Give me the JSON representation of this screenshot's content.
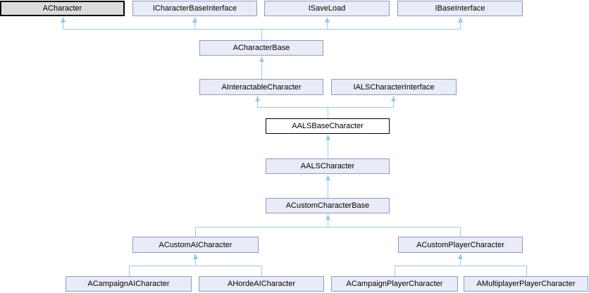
{
  "diagram": {
    "type": "class-inheritance-graph",
    "colors": {
      "background": "#FFFFFF",
      "edge": "#9CC9E8",
      "node_fill": "#E9ECF6",
      "node_border": "#8E9AC3",
      "current_node_fill": "#DCDCDC",
      "current_node_border": "#000000",
      "undocumented_node_fill": "#FFFFFF",
      "undocumented_node_border": "#000000",
      "text": "#000000"
    },
    "nodes": [
      {
        "label": "ACharacter",
        "style": "current"
      },
      {
        "label": "ICharacterBaseInterface",
        "style": "documented"
      },
      {
        "label": "ISaveLoad",
        "style": "documented"
      },
      {
        "label": "IBaseInterface",
        "style": "documented"
      },
      {
        "label": "ACharacterBase",
        "style": "documented"
      },
      {
        "label": "AInteractableCharacter",
        "style": "documented"
      },
      {
        "label": "IALSCharacterInterface",
        "style": "documented"
      },
      {
        "label": "AALSBaseCharacter",
        "style": "undocumented"
      },
      {
        "label": "AALSCharacter",
        "style": "documented"
      },
      {
        "label": "ACustomCharacterBase",
        "style": "documented"
      },
      {
        "label": "ACustomAICharacter",
        "style": "documented"
      },
      {
        "label": "ACustomPlayerCharacter",
        "style": "documented"
      },
      {
        "label": "ACampaignAICharacter",
        "style": "documented"
      },
      {
        "label": "AHordeAICharacter",
        "style": "documented"
      },
      {
        "label": "ACampaignPlayerCharacter",
        "style": "documented"
      },
      {
        "label": "AMultiplayerPlayerCharacter",
        "style": "documented"
      }
    ],
    "edges": [
      {
        "derived": "ACharacterBase",
        "base": "ACharacter"
      },
      {
        "derived": "ACharacterBase",
        "base": "ICharacterBaseInterface"
      },
      {
        "derived": "ACharacterBase",
        "base": "ISaveLoad"
      },
      {
        "derived": "ACharacterBase",
        "base": "IBaseInterface"
      },
      {
        "derived": "AInteractableCharacter",
        "base": "ACharacterBase"
      },
      {
        "derived": "AALSBaseCharacter",
        "base": "AInteractableCharacter"
      },
      {
        "derived": "AALSBaseCharacter",
        "base": "IALSCharacterInterface"
      },
      {
        "derived": "AALSCharacter",
        "base": "AALSBaseCharacter"
      },
      {
        "derived": "ACustomCharacterBase",
        "base": "AALSCharacter"
      },
      {
        "derived": "ACustomAICharacter",
        "base": "ACustomCharacterBase"
      },
      {
        "derived": "ACustomPlayerCharacter",
        "base": "ACustomCharacterBase"
      },
      {
        "derived": "ACampaignAICharacter",
        "base": "ACustomAICharacter"
      },
      {
        "derived": "AHordeAICharacter",
        "base": "ACustomAICharacter"
      },
      {
        "derived": "ACampaignPlayerCharacter",
        "base": "ACustomPlayerCharacter"
      },
      {
        "derived": "AMultiplayerPlayerCharacter",
        "base": "ACustomPlayerCharacter"
      }
    ]
  }
}
